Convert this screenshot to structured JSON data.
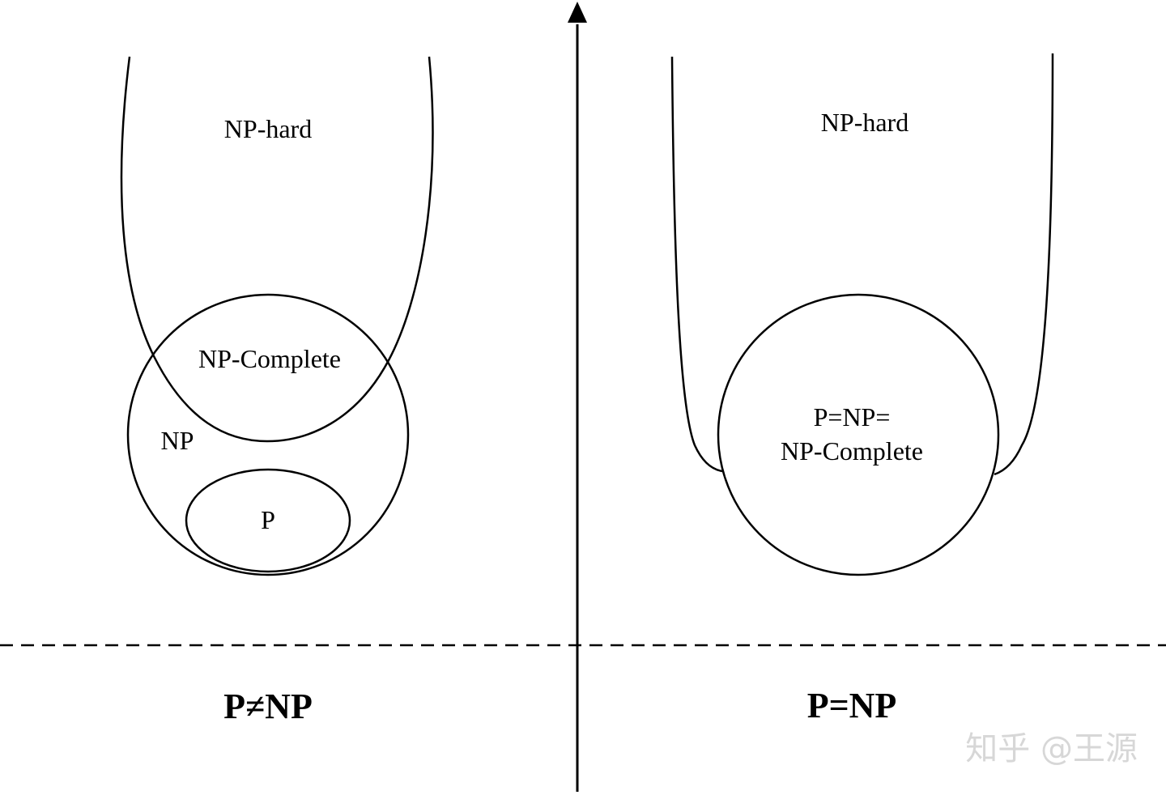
{
  "left_panel": {
    "np_hard_label": "NP-hard",
    "np_complete_label": "NP-Complete",
    "np_label": "NP",
    "p_label": "P",
    "caption": "P≠NP"
  },
  "right_panel": {
    "np_hard_label": "NP-hard",
    "merged_label_line1": "P=NP=",
    "merged_label_line2": "NP-Complete",
    "caption": "P=NP"
  },
  "watermark": "知乎 @王源"
}
